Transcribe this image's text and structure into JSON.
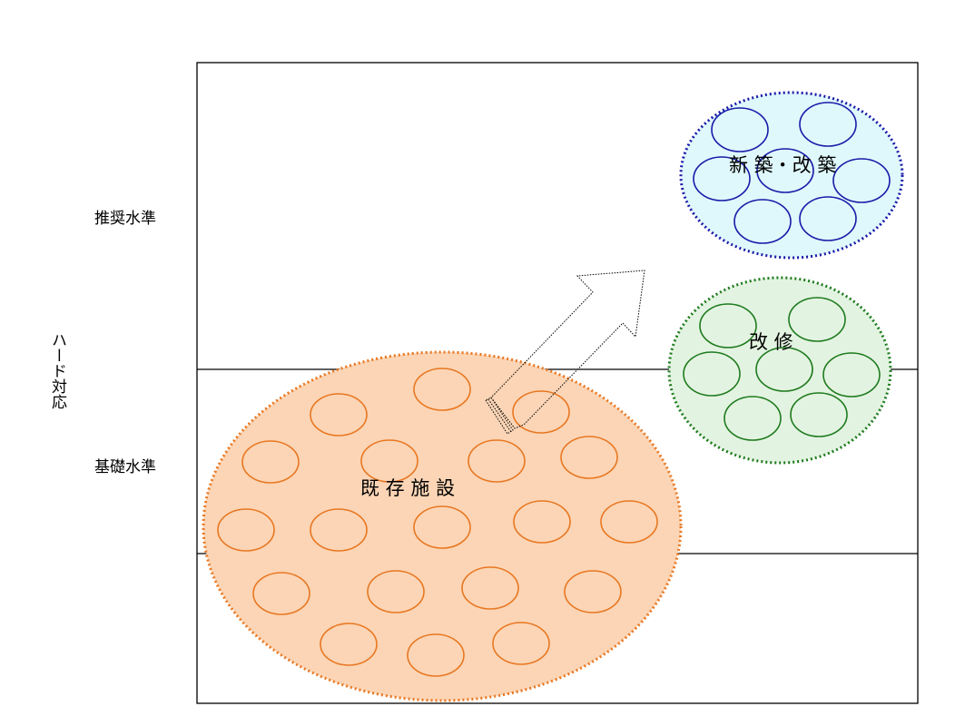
{
  "axis": {
    "vertical_title": "ハード対応",
    "levels": {
      "recommended": "推奨水準",
      "basic": "基礎水準"
    }
  },
  "clusters": {
    "existing": {
      "label": "既 存 施 設",
      "color": "#e87722",
      "fill": "#fbd5b5"
    },
    "renovation": {
      "label": "改 修",
      "color": "#1e7b1e",
      "fill": "#e3f3e1"
    },
    "new_build": {
      "label": "新 築・改 築",
      "color": "#1a1aa8",
      "fill": "#dff8fb"
    }
  },
  "colors": {
    "frame": "#000000",
    "arrow": "#000000"
  },
  "icons": {
    "arrow": "dotted-block-arrow"
  }
}
